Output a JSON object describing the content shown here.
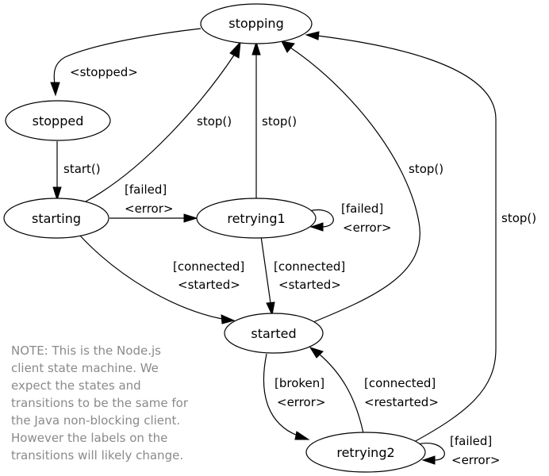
{
  "nodes": {
    "stopping": "stopping",
    "stopped": "stopped",
    "starting": "starting",
    "retrying1": "retrying1",
    "started": "started",
    "retrying2": "retrying2"
  },
  "edges": {
    "stopping_stopped": "<stopped>",
    "stopped_starting": "start()",
    "starting_stopping": "stop()",
    "retrying1_stopping": "stop()",
    "started_stopping": "stop()",
    "retrying2_stopping": "stop()",
    "starting_retrying1": [
      "[failed]",
      "<error>"
    ],
    "retrying1_self": [
      "[failed]",
      "<error>"
    ],
    "starting_started": [
      "[connected]",
      "<started>"
    ],
    "retrying1_started": [
      "[connected]",
      "<started>"
    ],
    "started_retrying2": [
      "[broken]",
      "<error>"
    ],
    "retrying2_started": [
      "[connected]",
      "<restarted>"
    ],
    "retrying2_self": [
      "[failed]",
      "<error>"
    ]
  },
  "note": [
    "NOTE: This is the Node.js",
    "client state machine.  We",
    "expect the states and",
    "transitions to be the same for",
    "the Java non-blocking client.",
    "However the labels on the",
    "transitions will likely change."
  ]
}
